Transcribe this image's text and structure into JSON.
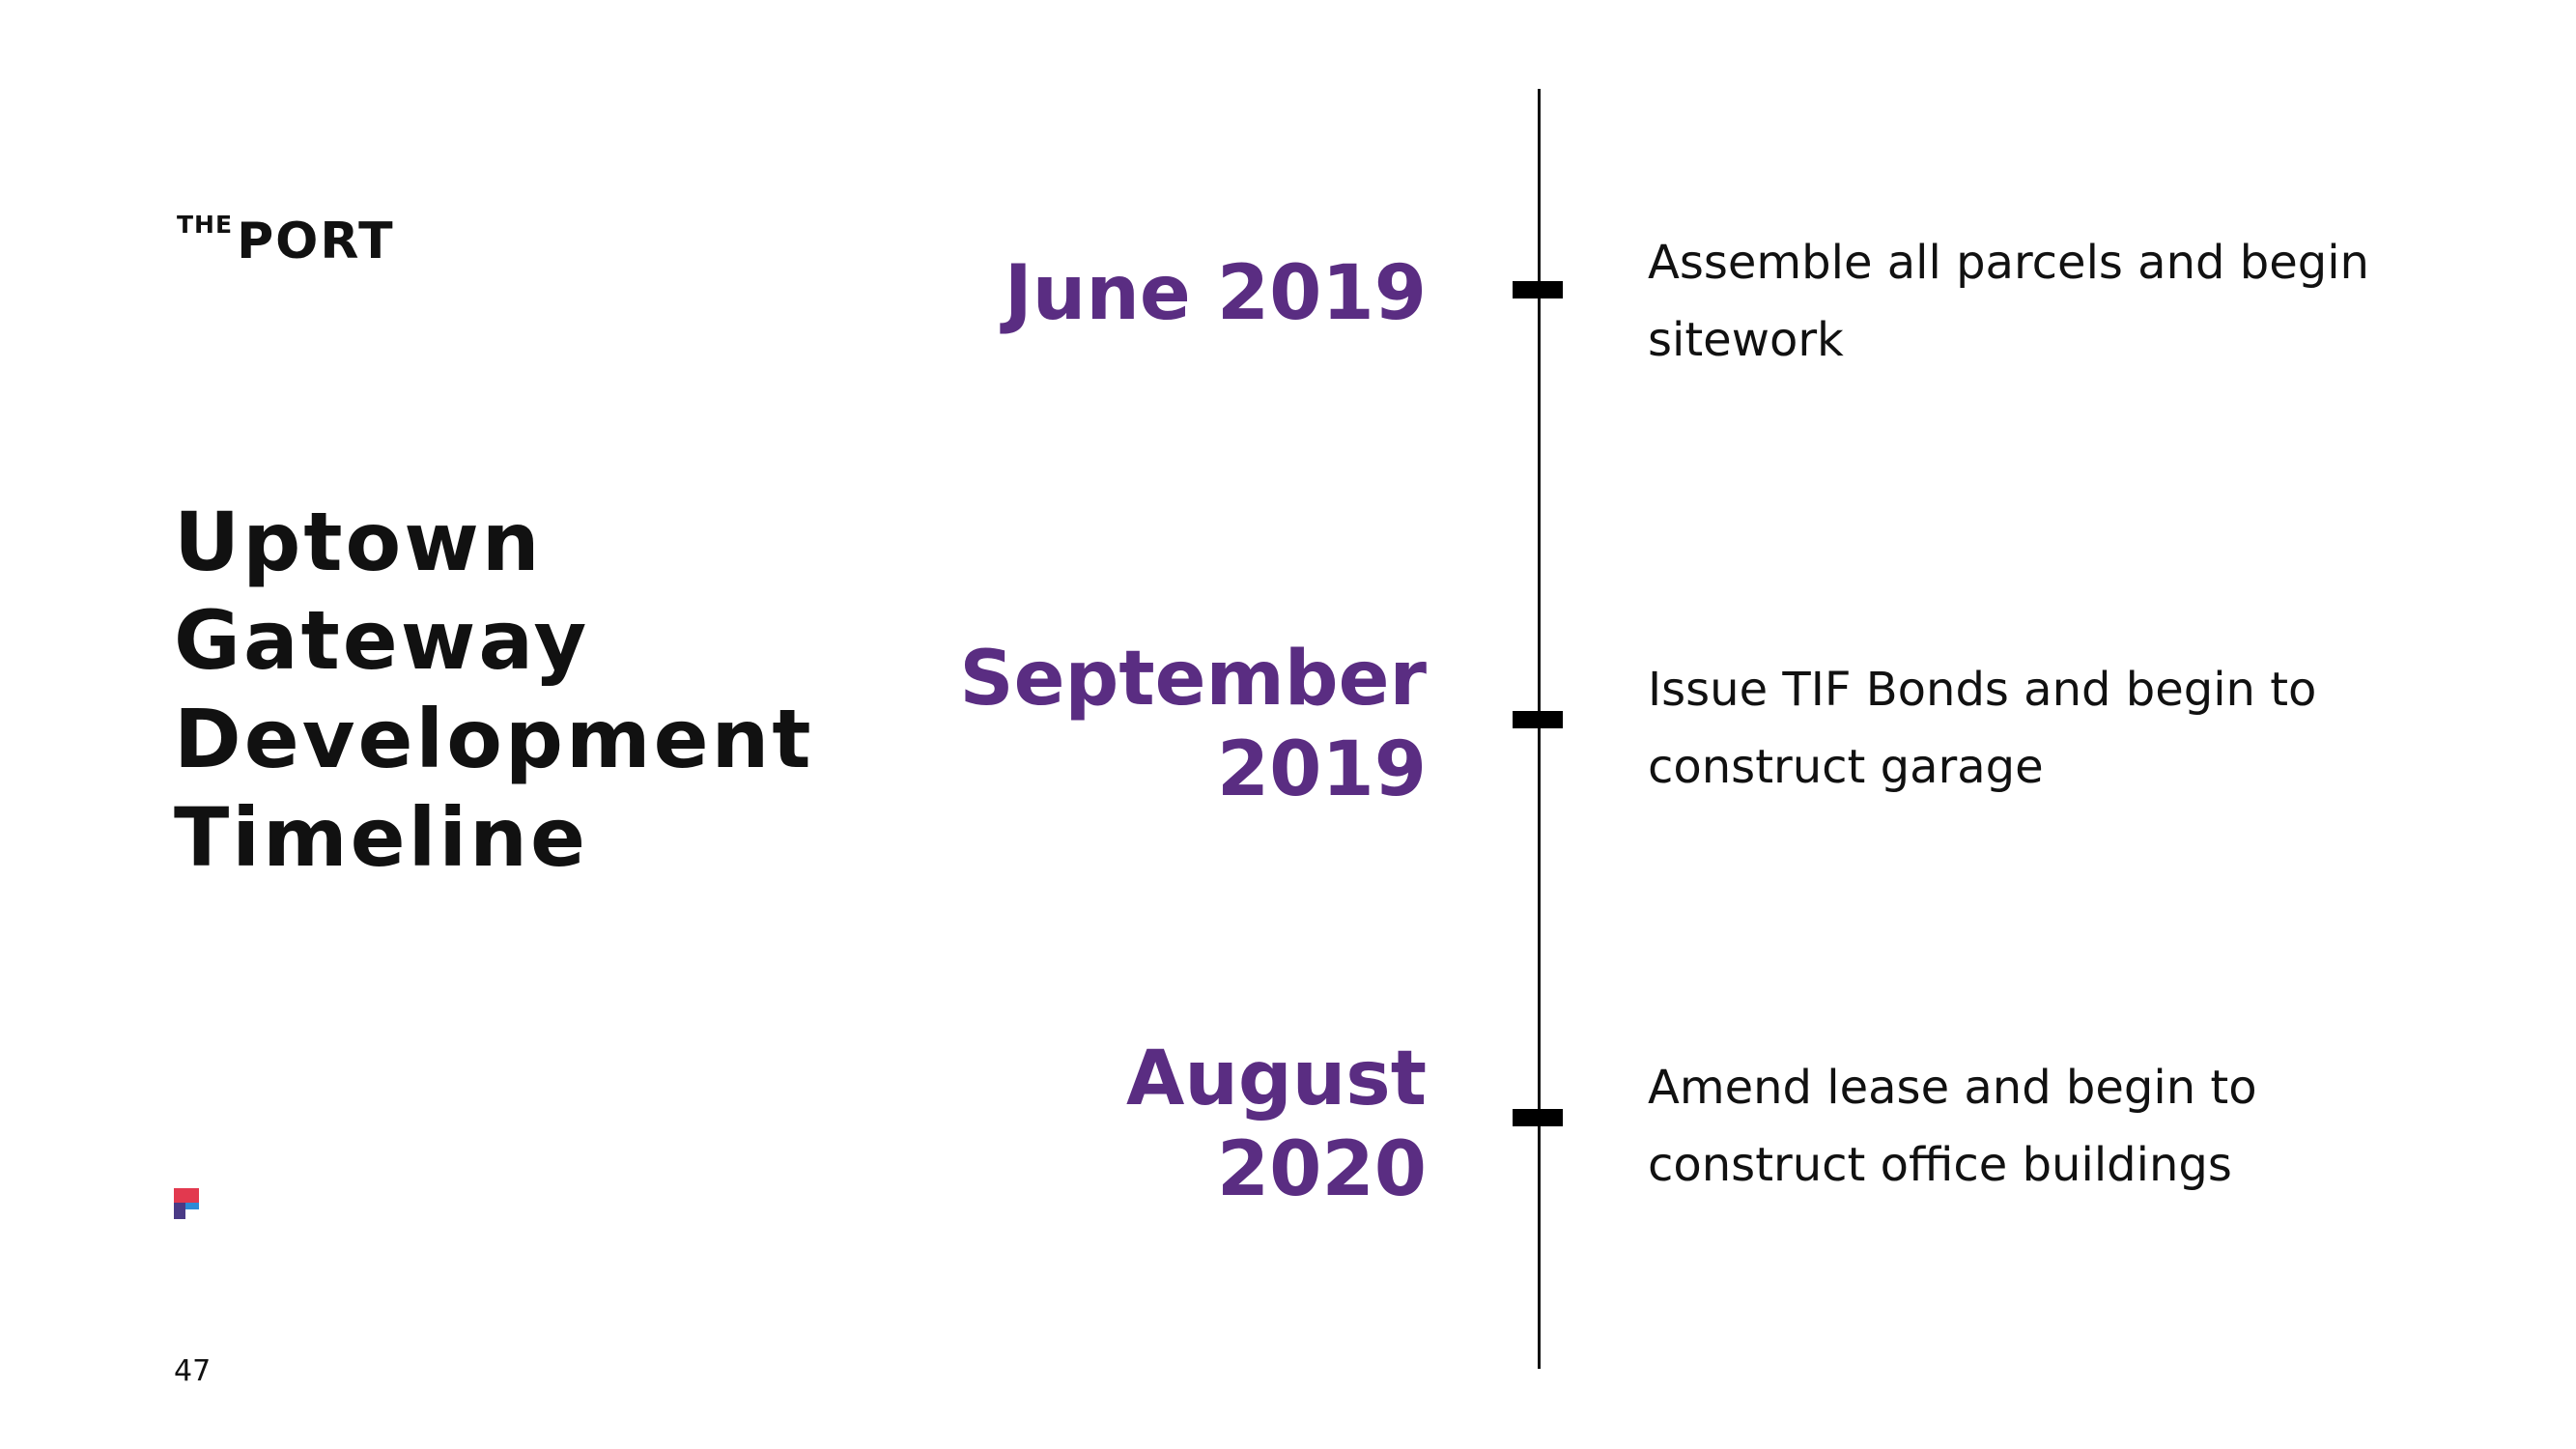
{
  "logo": {
    "prefix": "THE",
    "name": "PORT"
  },
  "title": {
    "lines": [
      "Uptown",
      "Gateway",
      "Development",
      "Timeline"
    ]
  },
  "page_number": "47",
  "colors": {
    "accent": "#5a2d82",
    "axis": "#111111",
    "brand_red": "#e2394f",
    "brand_purple": "#4a3a86",
    "brand_blue": "#2d8ad6"
  },
  "timeline": [
    {
      "date_lines": [
        "June 2019"
      ],
      "description_lines": [
        "Assemble all parcels and begin",
        "sitework"
      ]
    },
    {
      "date_lines": [
        "September",
        "2019"
      ],
      "description_lines": [
        "Issue TIF Bonds and begin to",
        "construct garage"
      ]
    },
    {
      "date_lines": [
        "August",
        "2020"
      ],
      "description_lines": [
        "Amend lease and begin to",
        "construct office buildings"
      ]
    }
  ]
}
